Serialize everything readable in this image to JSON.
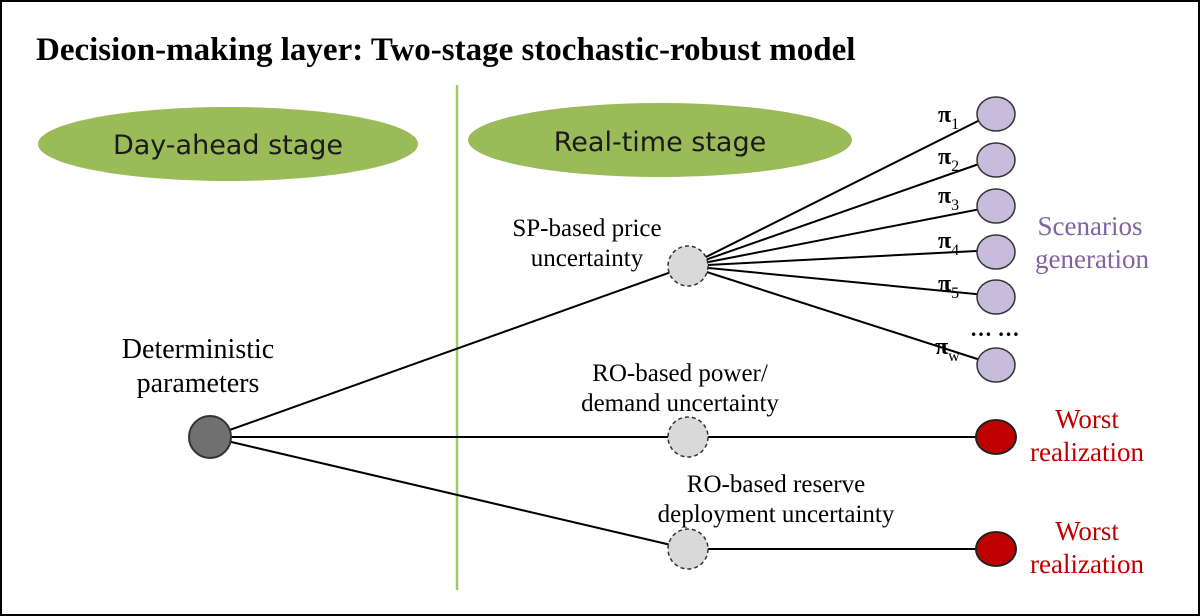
{
  "title": "Decision-making layer: Two-stage stochastic-robust model",
  "stages": {
    "day_ahead": "Day-ahead stage",
    "real_time": "Real-time stage"
  },
  "root": {
    "label_line1": "Deterministic",
    "label_line2": "parameters"
  },
  "branches": {
    "sp": {
      "label_line1": "SP-based price",
      "label_line2": "uncertainty"
    },
    "ro_power": {
      "label_line1": "RO-based power/",
      "label_line2": "demand uncertainty",
      "result_line1": "Worst",
      "result_line2": "realization"
    },
    "ro_reserve": {
      "label_line1": "RO-based reserve",
      "label_line2": "deployment uncertainty",
      "result_line1": "Worst",
      "result_line2": "realization"
    }
  },
  "scenarios": {
    "pi_symbol": "π",
    "subscripts": [
      "1",
      "2",
      "3",
      "4",
      "5",
      "w"
    ],
    "ellipsis": "… …",
    "label_line1": "Scenarios",
    "label_line2": "generation"
  },
  "colors": {
    "stage_fill": "#9BBB59",
    "divider": "#9BCB6B",
    "root_node": "#707070",
    "uncertainty_node": "#D9D9D9",
    "scenario_node": "#C8BCDC",
    "scenario_text": "#8064A2",
    "worst_node": "#C00000",
    "worst_text": "#C00000"
  }
}
